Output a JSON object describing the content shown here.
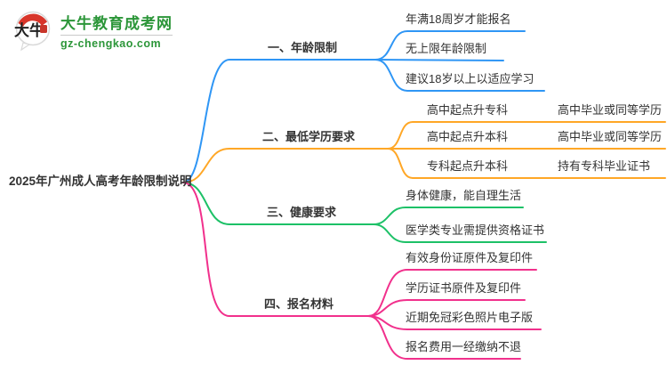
{
  "logo": {
    "icon_text": "大牛",
    "site_name": "大牛教育成考网",
    "site_domain": "gz-chengkao.com",
    "brand_green": "#2c9639",
    "seal_red": "#d8352a"
  },
  "map": {
    "root": {
      "label": "2025年广州成人高考年龄限制说明"
    },
    "branches": [
      {
        "label": "一、年龄限制",
        "color": "#2f96f5",
        "children": [
          {
            "label": "年满18周岁才能报名"
          },
          {
            "label": "无上限年龄限制"
          },
          {
            "label": "建议18岁以上以适应学习"
          }
        ]
      },
      {
        "label": "二、最低学历要求",
        "color": "#ffa726",
        "children": [
          {
            "label": "高中起点升专科",
            "sub": "高中毕业或同等学历"
          },
          {
            "label": "高中起点升本科",
            "sub": "高中毕业或同等学历"
          },
          {
            "label": "专科起点升本科",
            "sub": "持有专科毕业证书"
          }
        ]
      },
      {
        "label": "三、健康要求",
        "color": "#1dc167",
        "children": [
          {
            "label": "身体健康，能自理生活"
          },
          {
            "label": "医学类专业需提供资格证书"
          }
        ]
      },
      {
        "label": "四、报名材料",
        "color": "#f1308c",
        "children": [
          {
            "label": "有效身份证原件及复印件"
          },
          {
            "label": "学历证书原件及复印件"
          },
          {
            "label": "近期免冠彩色照片电子版"
          },
          {
            "label": "报名费用一经缴纳不退"
          }
        ]
      }
    ]
  }
}
